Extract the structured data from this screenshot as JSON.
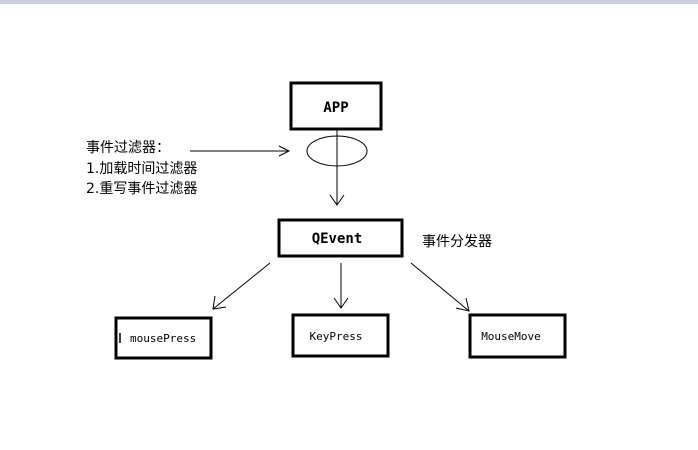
{
  "nodes": {
    "app": "APP",
    "qevent": "QEvent",
    "mouse_press": "mousePress",
    "key_press": "KeyPress",
    "mouse_move": "MouseMove"
  },
  "annotations": {
    "filter_title": "事件过滤器：",
    "filter_item_1": "1.加载时间过滤器",
    "filter_item_2": "2.重写事件过滤器",
    "dispatcher": "事件分发器"
  },
  "colors": {
    "stroke": "#000000",
    "background": "#ffffff",
    "top_strip": "#c9cfdd"
  }
}
